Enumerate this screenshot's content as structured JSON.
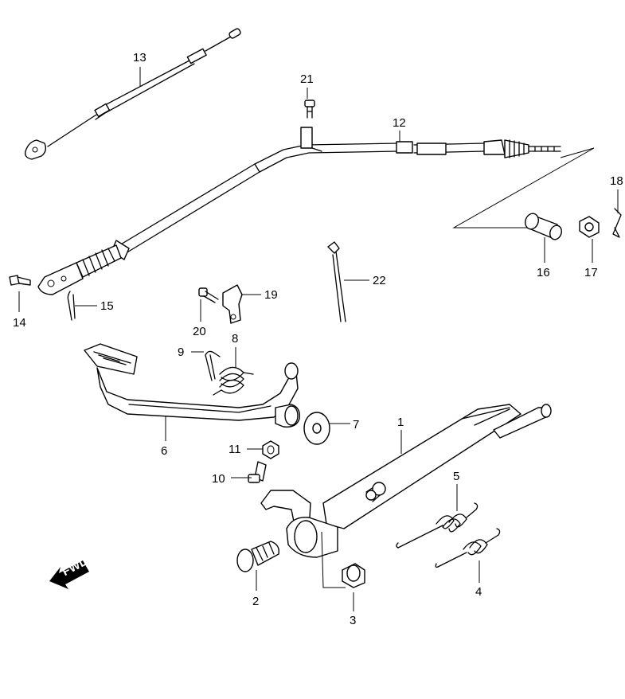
{
  "labels": {
    "l1": "1",
    "l2": "2",
    "l3": "3",
    "l4": "4",
    "l5": "5",
    "l6": "6",
    "l7": "7",
    "l8": "8",
    "l9": "9",
    "l10": "10",
    "l11": "11",
    "l12": "12",
    "l13": "13",
    "l14": "14",
    "l15": "15",
    "l16": "16",
    "l17": "17",
    "l18": "18",
    "l19": "19",
    "l20": "20",
    "l21": "21",
    "l22": "22"
  },
  "fwd_text": "FWD"
}
